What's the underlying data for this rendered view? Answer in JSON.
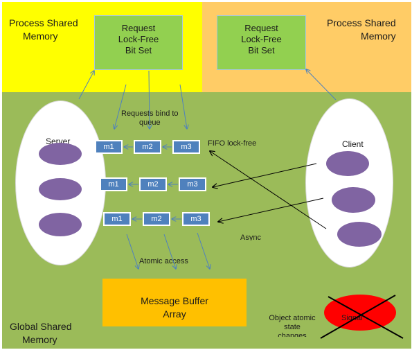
{
  "regions": {
    "top_left_label": [
      "Process Shared",
      "Memory"
    ],
    "top_right_label": [
      "Process Shared",
      "Memory"
    ],
    "bottom_label": [
      "Global Shared",
      "Memory"
    ]
  },
  "lockfree_left": [
    "Request",
    "Lock-Free",
    "Bit Set"
  ],
  "lockfree_right": [
    "Request",
    "Lock-Free",
    "Bit Set"
  ],
  "server_label": "Server",
  "client_label": "Client",
  "requests_bind": [
    "Requests bind to",
    "queue"
  ],
  "fifo_label": "FIFO lock-free",
  "async_label": "Async",
  "atomic_access": "Atomic access",
  "queues": [
    [
      "m1",
      "m2",
      "m3"
    ],
    [
      "m1",
      "m2",
      "m3"
    ],
    [
      "m1",
      "m2",
      "m3"
    ]
  ],
  "buffer": [
    "Message Buffer",
    "Array"
  ],
  "object_atomic": [
    "Object atomic",
    "state",
    "changes"
  ],
  "signal_label": "Signal",
  "colors": {
    "process_left_bg": "#ffff00",
    "process_right_bg": "#ffcc66",
    "global_bg": "#9bbb59",
    "lockfree_box": "#92d050",
    "message": "#4f81bd",
    "actor_dot": "#8064a2",
    "buffer": "#ffc000",
    "signal": "#ff0000",
    "arrow_blue": "#4f81bd",
    "arrow_dark": "#000000"
  }
}
